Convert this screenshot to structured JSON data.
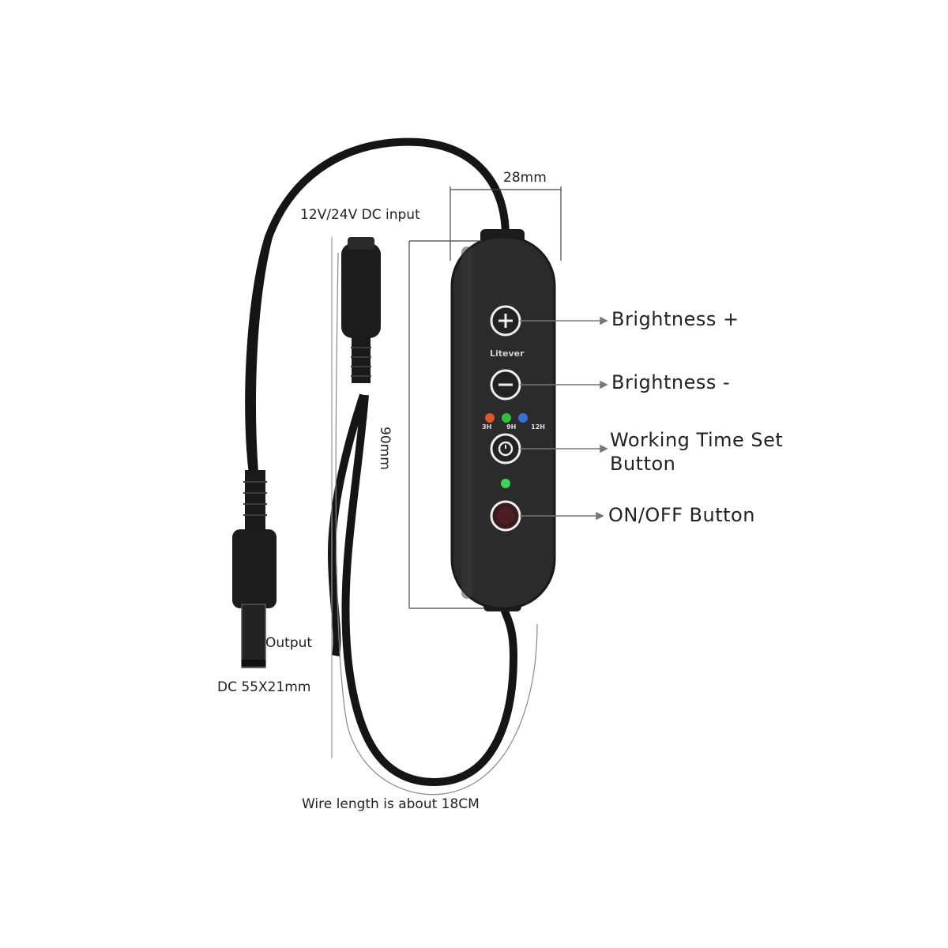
{
  "diagram": {
    "title_context": "Dimmer controller wiring diagram",
    "dimensions": {
      "width": "28mm",
      "height": "90mm"
    },
    "labels": {
      "input": "12V/24V DC input",
      "output": "Output",
      "connector": "DC 55X21mm",
      "wire_length": "Wire length is about 18CM"
    },
    "controller": {
      "brand": "Litever",
      "timer_options": [
        "3H",
        "9H",
        "12H"
      ],
      "timer_led_colors": [
        "#e0562c",
        "#2fbf3e",
        "#3a6fd8"
      ],
      "status_led_color": "#3ed45a",
      "body_color": "#2b2b2b"
    },
    "callouts": [
      {
        "id": "brightness-plus",
        "label": "Brightness +",
        "icon": "plus-icon"
      },
      {
        "id": "brightness-minus",
        "label": "Brightness -",
        "icon": "minus-icon"
      },
      {
        "id": "timer",
        "label": "Working Time Set Button",
        "line1": "Working Time Set",
        "line2": "Button",
        "icon": "timer-icon"
      },
      {
        "id": "power",
        "label": "ON/OFF Button",
        "icon": "power-icon"
      }
    ]
  }
}
